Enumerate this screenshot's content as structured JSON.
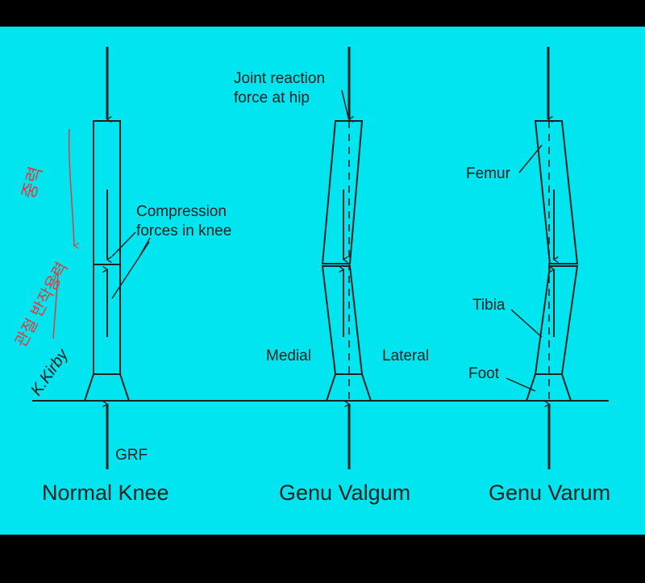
{
  "colors": {
    "background": "#00e5ef",
    "frame": "#000000",
    "line": "#222222",
    "annotation": "#e23b3b"
  },
  "labels": {
    "joint_reaction_line1": "Joint reaction",
    "joint_reaction_line2": "force at hip",
    "compression_line1": "Compression",
    "compression_line2": "forces in knee",
    "medial": "Medial",
    "lateral": "Lateral",
    "femur": "Femur",
    "tibia": "Tibia",
    "foot": "Foot",
    "grf": "GRF"
  },
  "captions": {
    "normal": "Normal Knee",
    "valgum": "Genu Valgum",
    "varum": "Genu Varum"
  },
  "handwriting": {
    "gravity": "중력",
    "reaction": "관절 반작용력",
    "author": "K.Kirby"
  }
}
